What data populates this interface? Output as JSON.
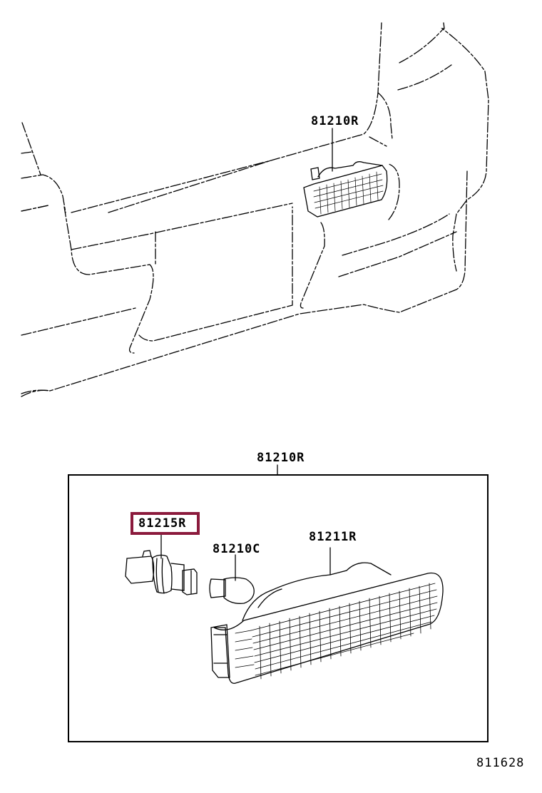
{
  "diagram": {
    "type": "parts-exploded-view",
    "highlight_color": "#8b1a3c",
    "line_color": "#000000"
  },
  "overview": {
    "callout_label": "81210R",
    "description": "Front bumper with side turn signal lamp assembly installed"
  },
  "detail": {
    "assembly_label": "81210R",
    "parts": [
      {
        "id": "81215R",
        "name": "lamp socket",
        "highlighted": true
      },
      {
        "id": "81210C",
        "name": "bulb",
        "highlighted": false
      },
      {
        "id": "81211R",
        "name": "lens and body",
        "highlighted": false
      }
    ]
  },
  "footer": {
    "illustration_number": "811628"
  }
}
